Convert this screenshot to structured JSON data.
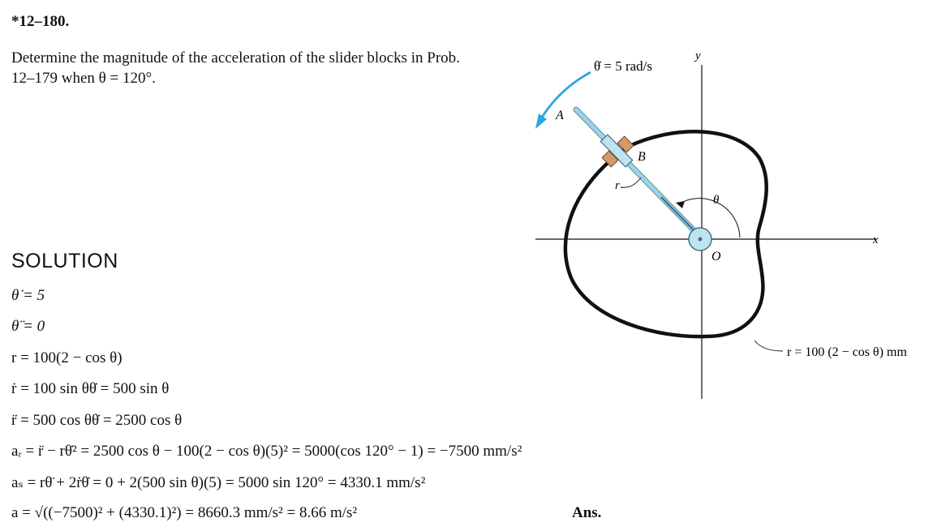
{
  "problem": {
    "number": "*12–180.",
    "text": "Determine the magnitude of the acceleration of the slider blocks in Prob. 12–179 when θ = 120°."
  },
  "solution": {
    "heading": "SOLUTION",
    "equations": [
      "θ̇ = 5",
      "θ̈ = 0",
      "r = 100(2 − cos θ)",
      "ṙ = 100 sin θθ̇ = 500 sin θ",
      "r̈ = 500 cos θθ̇ = 2500 cos θ",
      "aᵣ = r̈ − rθ̇² = 2500 cos θ − 100(2 − cos θ)(5)² = 5000(cos 120° − 1) = −7500 mm/s²",
      "aₛ = rθ̈ + 2ṙθ̇ = 0 + 2(500 sin θ)(5) = 5000 sin 120° = 4330.1 mm/s²",
      "a = √((−7500)² + (4330.1)²) = 8660.3 mm/s² = 8.66 m/s²"
    ],
    "answer_label": "Ans."
  },
  "figure": {
    "theta_dot_label": "θ̇ = 5 rad/s",
    "label_y": "y",
    "label_x": "x",
    "label_A": "A",
    "label_B": "B",
    "label_r": "r",
    "label_theta": "θ",
    "label_O": "O",
    "curve_equation": "r = 100 (2 − cos θ) mm",
    "colors": {
      "arrow": "#2aa7e0",
      "rod": "#9fd2e6",
      "slider": "#d49b6a",
      "curve": "#111111"
    }
  }
}
